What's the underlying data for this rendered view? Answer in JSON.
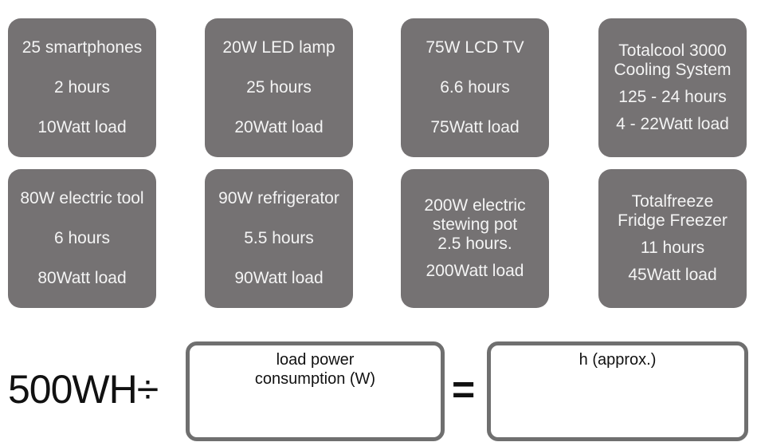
{
  "colors": {
    "card_bg": "#757273",
    "card_text": "#f4f4f4",
    "box_border": "#6f6f6f"
  },
  "cards": [
    {
      "lines": [
        "25 smartphones",
        "2 hours",
        "10Watt load"
      ]
    },
    {
      "lines": [
        "20W LED lamp",
        "25 hours",
        "20Watt load"
      ]
    },
    {
      "lines": [
        "75W LCD TV",
        "6.6 hours",
        "75Watt load"
      ]
    },
    {
      "lines": [
        "Totalcool 3000",
        "Cooling System",
        "125 - 24 hours",
        "4 - 22Watt load"
      ]
    },
    {
      "lines": [
        "80W electric tool",
        "6 hours",
        "80Watt load"
      ]
    },
    {
      "lines": [
        "90W refrigerator",
        "5.5 hours",
        "90Watt load"
      ]
    },
    {
      "lines": [
        "200W electric",
        "stewing pot",
        "2.5 hours.",
        "200Watt load"
      ]
    },
    {
      "lines": [
        "Totalfreeze",
        "Fridge Freezer",
        "11 hours",
        "45Watt load"
      ]
    }
  ],
  "formula": {
    "lhs": "500WH÷",
    "divisor_label": [
      "load power",
      "consumption (W)"
    ],
    "equals": "=",
    "result_label": "h (approx.)"
  }
}
